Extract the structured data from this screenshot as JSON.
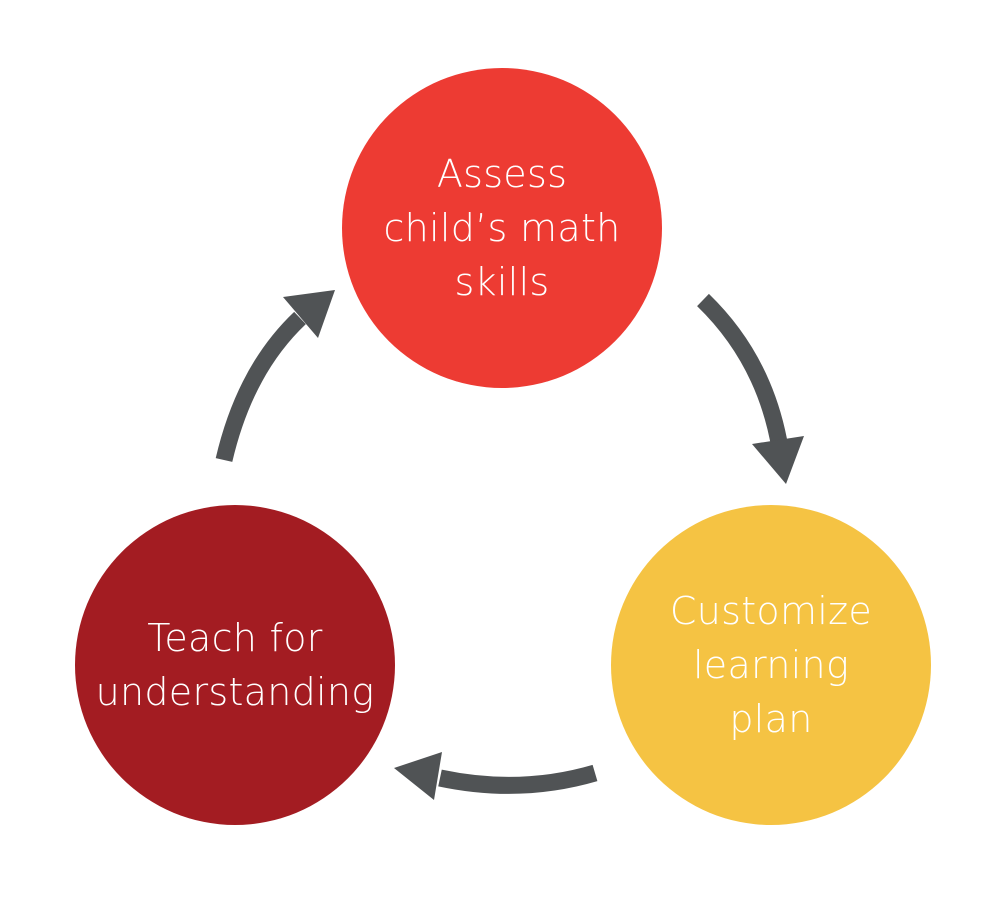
{
  "steps": [
    {
      "lines": [
        "Assess",
        "child’s math",
        "skills"
      ],
      "color": "#ED3B33"
    },
    {
      "lines": [
        "Customize",
        "learning",
        "plan"
      ],
      "color": "#F5C343"
    },
    {
      "lines": [
        "Teach for",
        "understanding"
      ],
      "color": "#A31C22"
    }
  ],
  "arrow_color": "#505355"
}
